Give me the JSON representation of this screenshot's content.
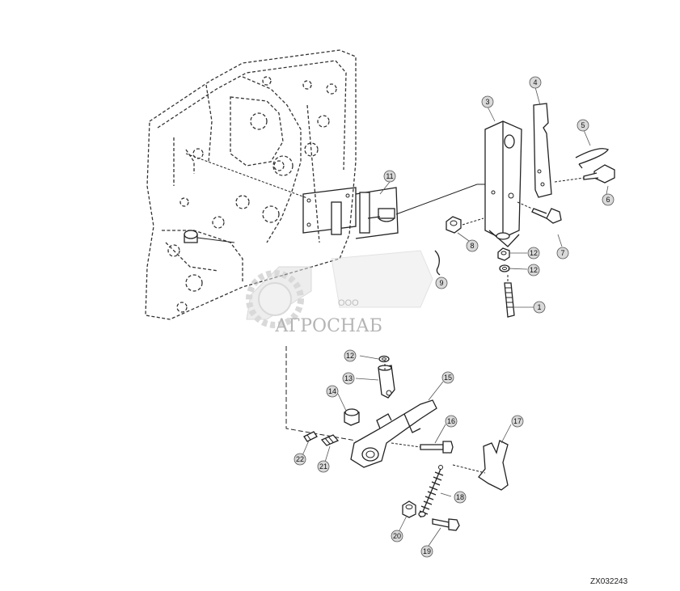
{
  "diagram": {
    "drawing_code": "ZX032243",
    "watermark": {
      "small_label": "ООО",
      "brand_text": "АГРОСНАБ"
    },
    "callouts": [
      "1",
      "3",
      "4",
      "5",
      "6",
      "7",
      "8",
      "9",
      "11",
      "12",
      "12",
      "12",
      "13",
      "14",
      "15",
      "16",
      "17",
      "18",
      "19",
      "20",
      "21",
      "22"
    ]
  }
}
